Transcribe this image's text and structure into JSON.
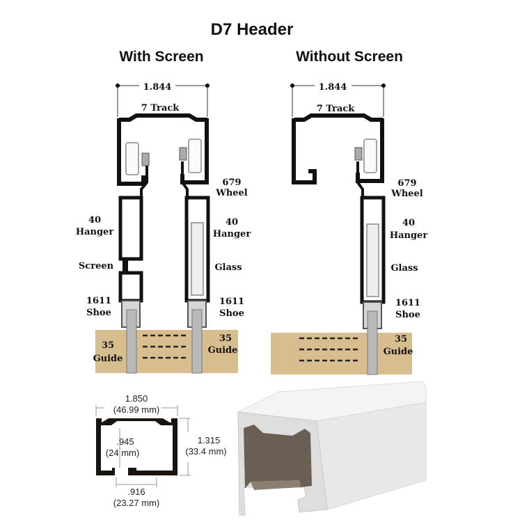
{
  "title": "D7 Header",
  "left_diagram": {
    "heading": "With Screen",
    "width_dim": "1.844",
    "track": "7 Track",
    "wheel": [
      "679",
      "Wheel"
    ],
    "hanger_left": [
      "40",
      "Hanger"
    ],
    "hanger_right": [
      "40",
      "Hanger"
    ],
    "screen": "Screen",
    "glass": "Glass",
    "shoe_left": [
      "1611",
      "Shoe"
    ],
    "shoe_right": [
      "1611",
      "Shoe"
    ],
    "guide_left": [
      "35",
      "Guide"
    ],
    "guide_right": [
      "35",
      "Guide"
    ]
  },
  "right_diagram": {
    "heading": "Without Screen",
    "width_dim": "1.844",
    "track": "7 Track",
    "wheel": [
      "679",
      "Wheel"
    ],
    "hanger": [
      "40",
      "Hanger"
    ],
    "glass": "Glass",
    "shoe": [
      "1611",
      "Shoe"
    ],
    "guide": [
      "35",
      "Guide"
    ]
  },
  "profile": {
    "width": "1.850",
    "width_mm": "(46.99 mm)",
    "inner": ".945",
    "inner_mm": "(24 mm)",
    "height": "1.315",
    "height_mm": "(33.4 mm)",
    "opening": ".916",
    "opening_mm": "(23.27 mm)"
  }
}
